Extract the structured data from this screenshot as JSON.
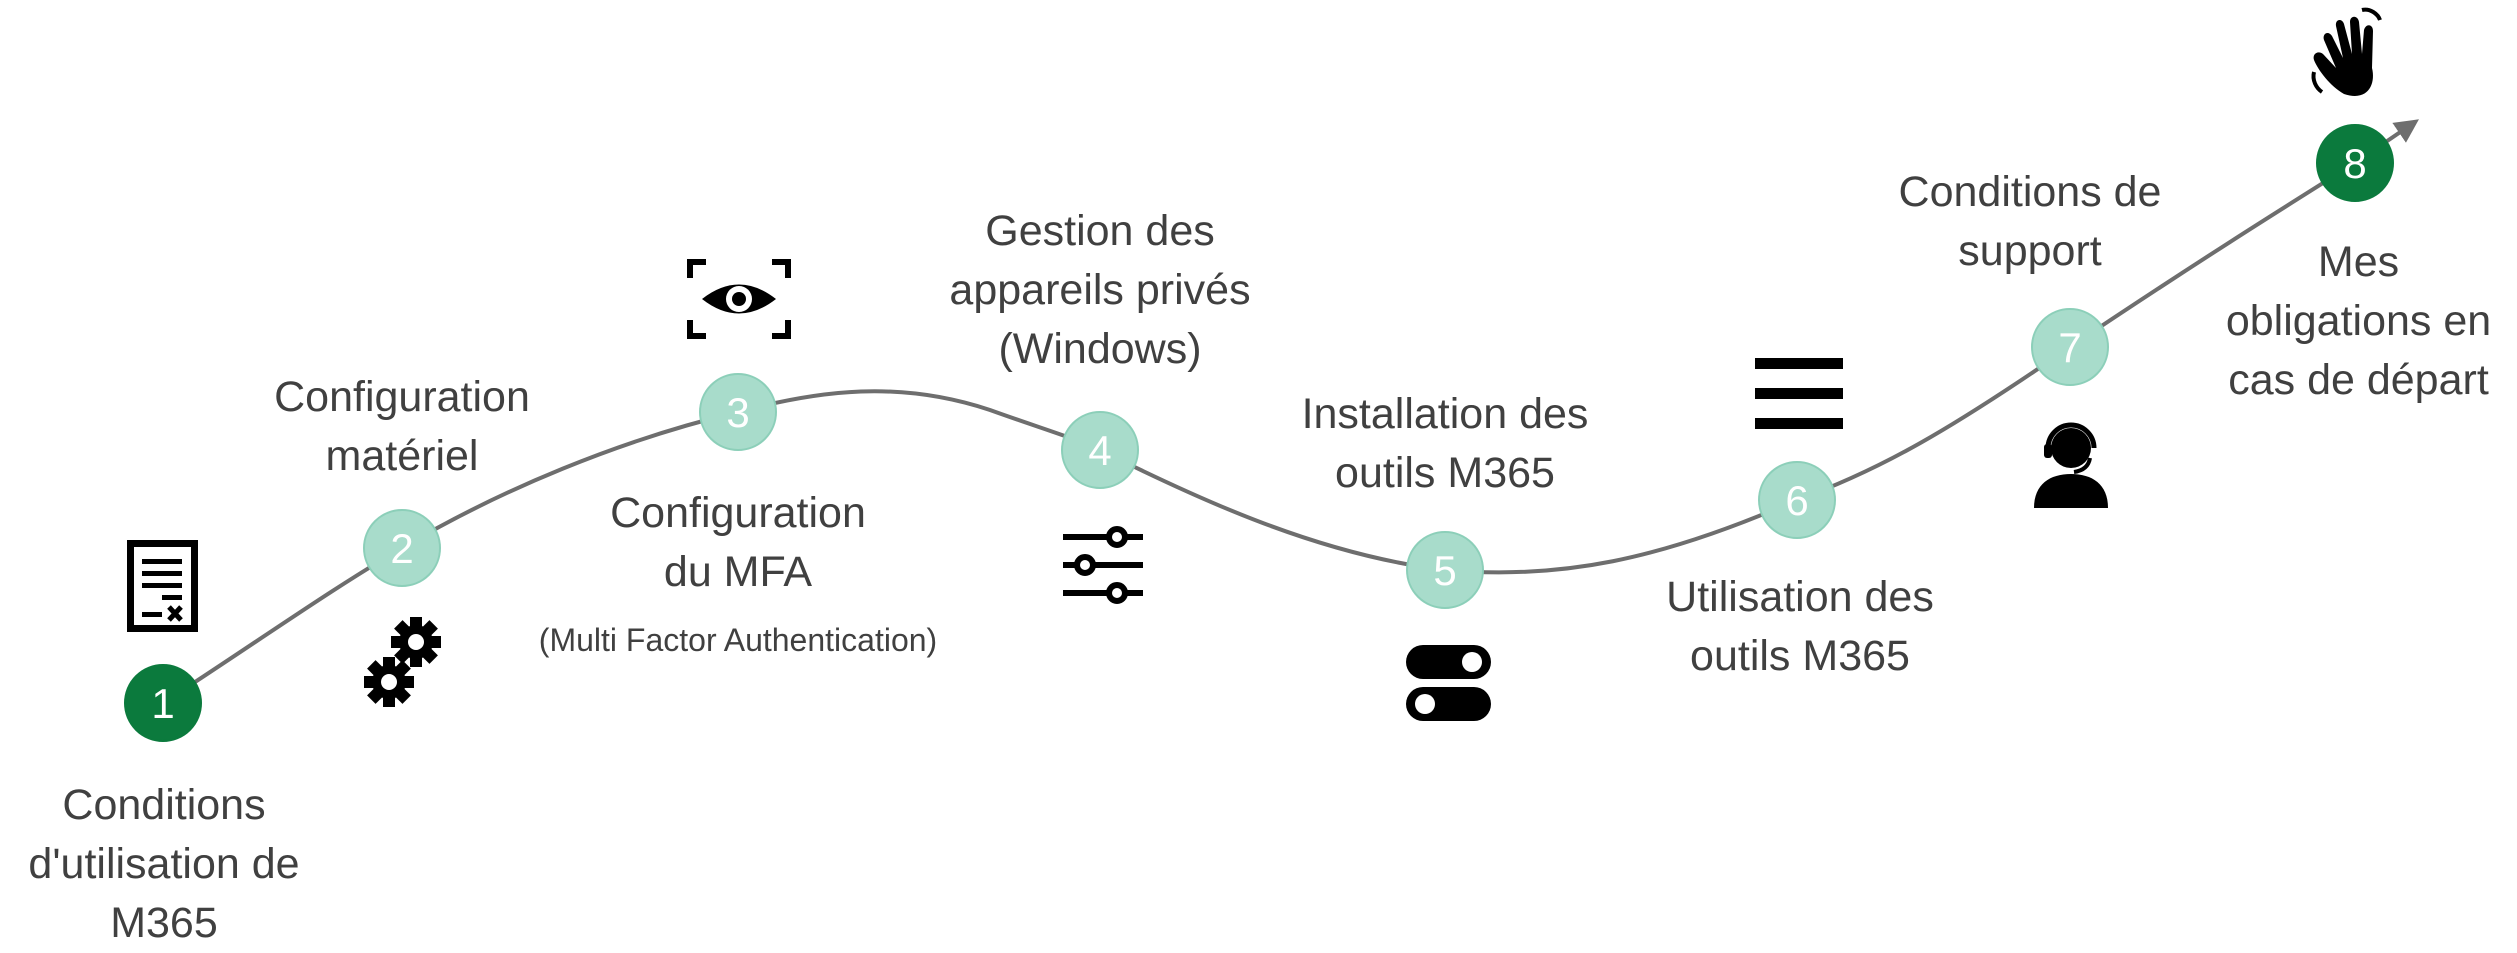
{
  "colors": {
    "path": "#6e6e6e",
    "step_fill_light": "#a8dccb",
    "step_fill_dark": "#0b7a3d",
    "step_stroke": "#ffffff",
    "text": "#404040",
    "icon": "#000000"
  },
  "steps": [
    {
      "number": "1",
      "label_lines": [
        "Conditions",
        "d'utilisation de",
        "M365"
      ],
      "icon": "document-icon",
      "style": "dark"
    },
    {
      "number": "2",
      "label_lines": [
        "Configuration",
        "matériel"
      ],
      "icon": "gears-icon",
      "style": "light"
    },
    {
      "number": "3",
      "label_lines": [
        "Configuration",
        "du MFA"
      ],
      "note": "(Multi Factor Authentication)",
      "icon": "eye-scan-icon",
      "style": "light"
    },
    {
      "number": "4",
      "label_lines": [
        "Gestion des",
        "appareils privés",
        "(Windows)"
      ],
      "icon": "sliders-icon",
      "style": "light"
    },
    {
      "number": "5",
      "label_lines": [
        "Installation des",
        "outils M365"
      ],
      "icon": "toggles-icon",
      "style": "light"
    },
    {
      "number": "6",
      "label_lines": [
        "Utilisation des",
        "outils M365"
      ],
      "icon": "menu-icon",
      "style": "light"
    },
    {
      "number": "7",
      "label_lines": [
        "Conditions de",
        "support"
      ],
      "icon": "support-agent-icon",
      "style": "light"
    },
    {
      "number": "8",
      "label_lines": [
        "Mes",
        "obligations en",
        "cas de départ"
      ],
      "icon": "waving-hand-icon",
      "style": "dark"
    }
  ]
}
